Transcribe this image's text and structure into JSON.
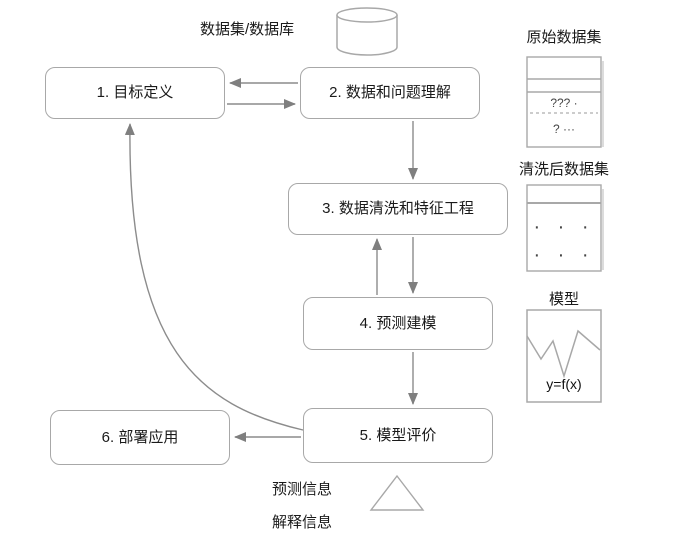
{
  "database": {
    "label": "数据集/数据库"
  },
  "nodes": {
    "goal": "1. 目标定义",
    "understand": "2. 数据和问题理解",
    "clean": "3. 数据清洗和特征工程",
    "model": "4. 预测建模",
    "evaluate": "5. 模型评价",
    "deploy": "6. 部署应用"
  },
  "artifacts": {
    "raw": {
      "label": "原始数据集",
      "row1": "??? ·",
      "row2": "? ···"
    },
    "cleaned": {
      "label": "清洗后数据集",
      "row1": "· · ·",
      "row2": "· · ·"
    },
    "model": {
      "label": "模型",
      "formula": "y=f(x)"
    }
  },
  "outputs": {
    "prediction": "预测信息",
    "explanation": "解释信息"
  }
}
